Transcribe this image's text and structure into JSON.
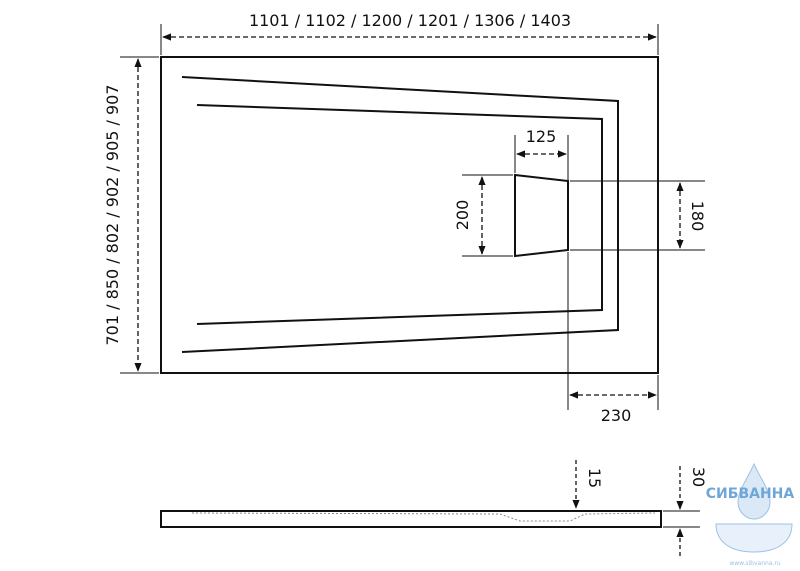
{
  "dimensions": {
    "length_options": "1101 / 1102 / 1200 / 1201 / 1306 / 1403",
    "width_options": "701 / 850 / 802 / 902 / 905 / 907",
    "drain_width": "125",
    "drain_length": "200",
    "drain_offset_side": "180",
    "drain_offset_end": "230",
    "tray_thickness": "30",
    "slope_depth": "15"
  },
  "logo": {
    "brand": "СИБВАННА",
    "url": "www.sibvanna.ru"
  },
  "colors": {
    "line": "#111111",
    "logo_blue": "#6fa6d8"
  }
}
